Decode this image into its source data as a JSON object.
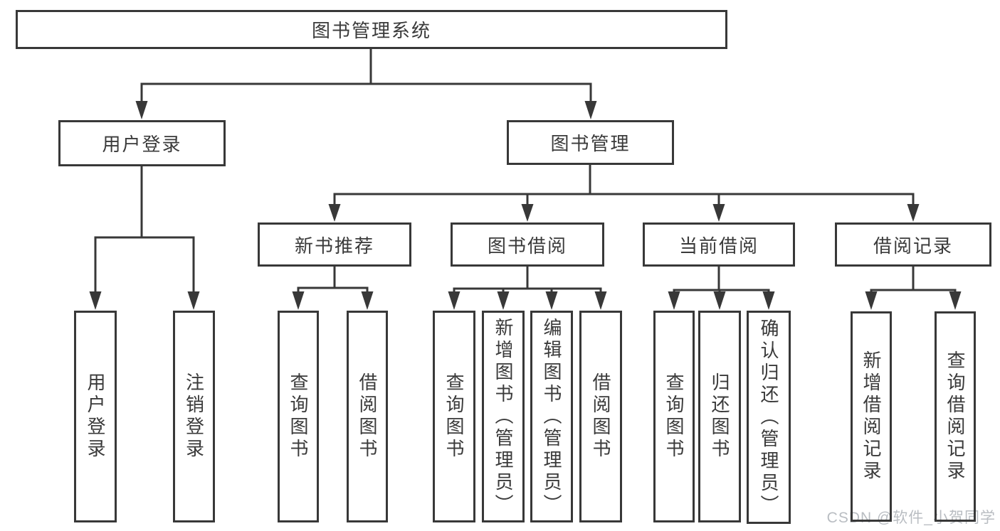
{
  "colors": {
    "line": "#383838",
    "text": "#3a3a3a",
    "background": "#ffffff",
    "watermark_gray": "#b9bdc2"
  },
  "diagram": {
    "root": {
      "label": "图书管理系统"
    },
    "level2": [
      {
        "label": "用户登录"
      },
      {
        "label": "图书管理"
      }
    ],
    "user_login_children": [
      {
        "label": "用户登录"
      },
      {
        "label": "注销登录"
      }
    ],
    "book_mgmt_sections": [
      {
        "label": "新书推荐",
        "children": [
          {
            "label": "查询图书"
          },
          {
            "label": "借阅图书"
          }
        ]
      },
      {
        "label": "图书借阅",
        "children": [
          {
            "label": "查询图书"
          },
          {
            "label": "新增图书（管理员）"
          },
          {
            "label": "编辑图书（管理员）"
          },
          {
            "label": "借阅图书"
          }
        ]
      },
      {
        "label": "当前借阅",
        "children": [
          {
            "label": "查询图书"
          },
          {
            "label": "归还图书"
          },
          {
            "label": "确认归还（管理员）"
          }
        ]
      },
      {
        "label": "借阅记录",
        "children": [
          {
            "label": "新增借阅记录"
          },
          {
            "label": "查询借阅记录"
          }
        ]
      }
    ]
  },
  "watermark": {
    "text": "CSDN @软件_小贺同学"
  }
}
